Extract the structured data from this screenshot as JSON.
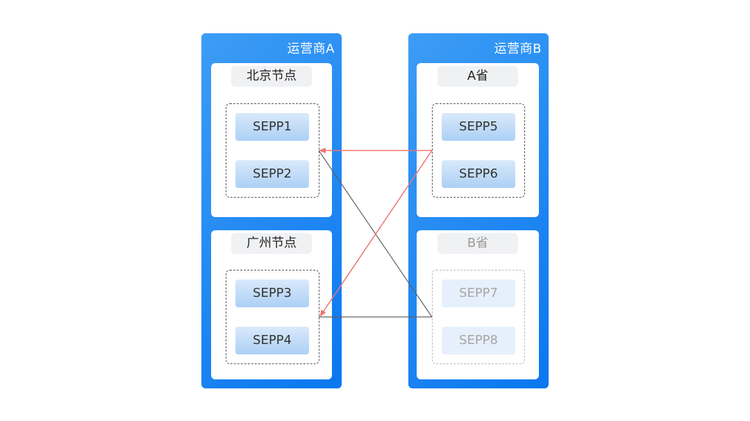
{
  "operators": [
    {
      "title": "运营商A",
      "nodes": [
        {
          "label": "北京节点",
          "sepps": [
            "SEPP1",
            "SEPP2"
          ],
          "inactive": false
        },
        {
          "label": "广州节点",
          "sepps": [
            "SEPP3",
            "SEPP4"
          ],
          "inactive": false
        }
      ]
    },
    {
      "title": "运营商B",
      "nodes": [
        {
          "label": "A省",
          "sepps": [
            "SEPP5",
            "SEPP6"
          ],
          "inactive": false
        },
        {
          "label": "B省",
          "sepps": [
            "SEPP7",
            "SEPP8"
          ],
          "inactive": true
        }
      ]
    }
  ],
  "connections": [
    {
      "from": "A省 SEPP group",
      "to": "北京节点 SEPP group",
      "style": "arrow",
      "color": "#f07470"
    },
    {
      "from": "A省 SEPP group",
      "to": "广州节点 SEPP group",
      "style": "arrow",
      "color": "#f07470"
    },
    {
      "from": "北京节点 SEPP group",
      "to": "B省 SEPP group",
      "style": "line",
      "color": "#606060"
    },
    {
      "from": "广州节点 SEPP group",
      "to": "B省 SEPP group",
      "style": "line",
      "color": "#606060"
    }
  ],
  "colors": {
    "operator_blue": "#0a77f0",
    "sepp_fill": "#acd0f5",
    "active_link": "#f07470",
    "inactive_link": "#606060"
  }
}
